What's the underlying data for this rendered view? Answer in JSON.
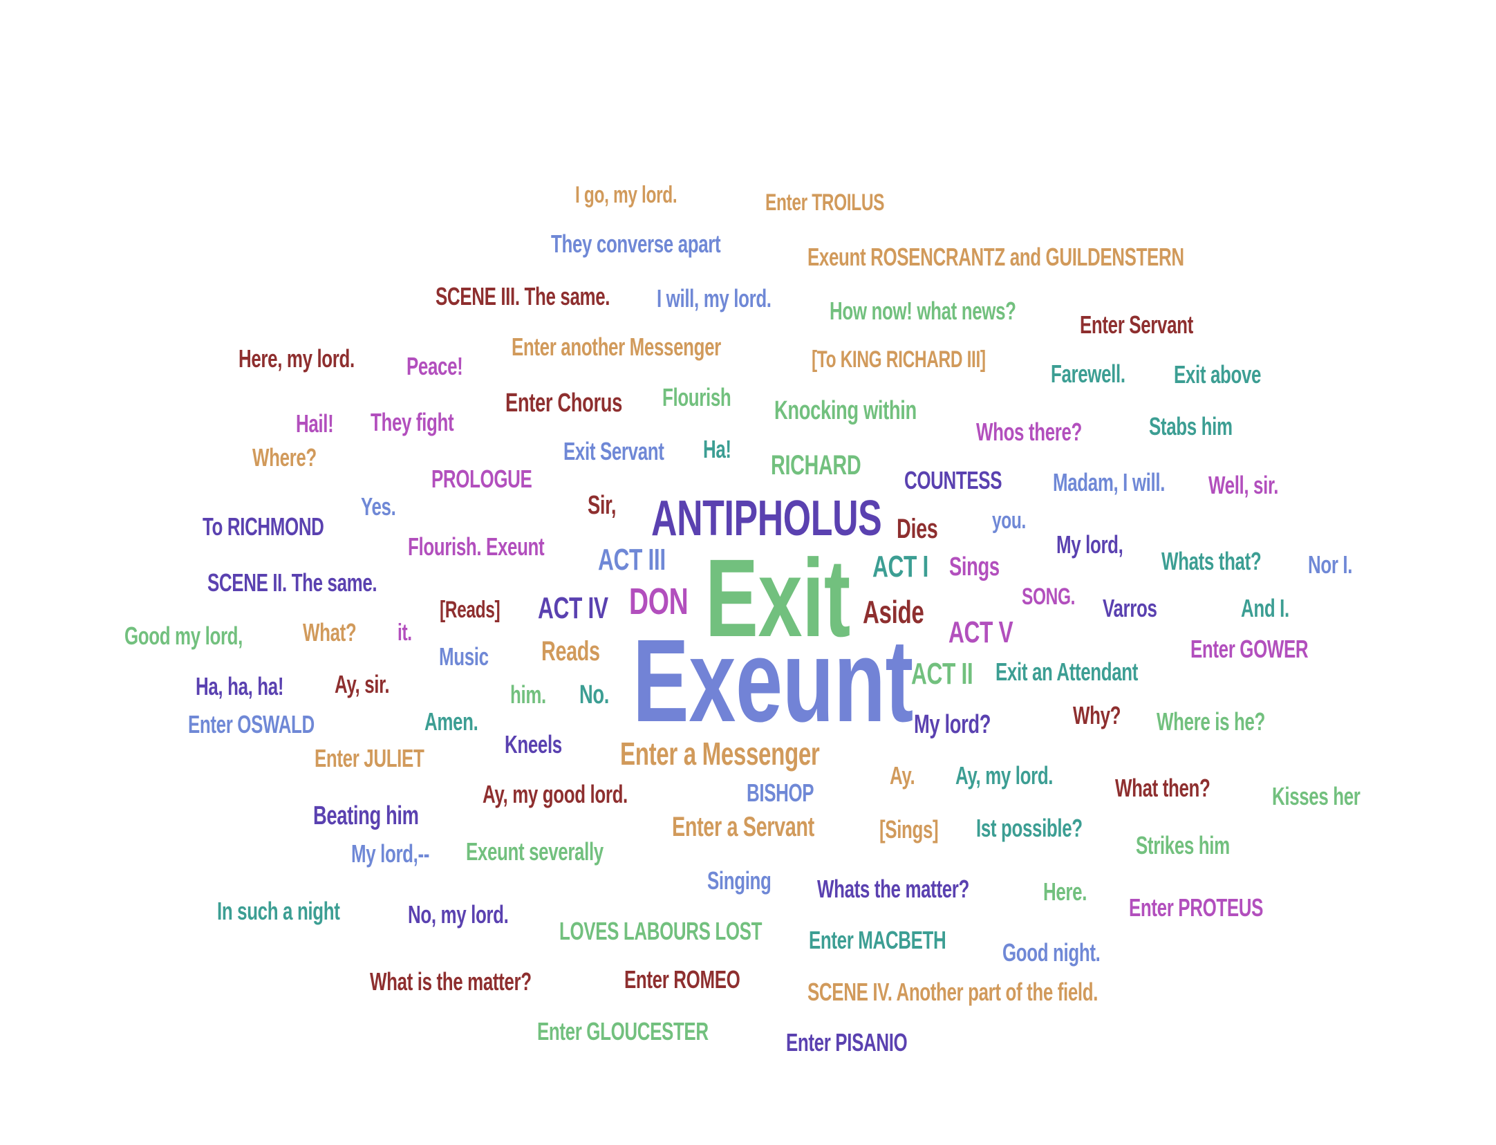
{
  "palette": {
    "orange": "#d19a5b",
    "blue": "#6f88d6",
    "green": "#72c07e",
    "teal": "#3c9e93",
    "purple": "#5a41b0",
    "magenta": "#b24fbd",
    "red": "#8e2f2f"
  },
  "words": [
    {
      "text": "Exeunt",
      "color": "#7283d6"
    },
    {
      "text": "Exit",
      "color": "#72c07e"
    },
    {
      "text": "ANTIPHOLUS",
      "color": "#5a41b0"
    },
    {
      "text": "Enter a Messenger",
      "color": "#d19a5b"
    },
    {
      "text": "DON",
      "color": "#b24fbd"
    },
    {
      "text": "ACT III",
      "color": "#6f88d6"
    },
    {
      "text": "ACT IV",
      "color": "#5a41b0"
    },
    {
      "text": "ACT I",
      "color": "#3c9e93"
    },
    {
      "text": "ACT V",
      "color": "#b24fbd"
    },
    {
      "text": "ACT II",
      "color": "#72c07e"
    },
    {
      "text": "Aside",
      "color": "#8e2f2f"
    },
    {
      "text": "Dies",
      "color": "#8e2f2f"
    },
    {
      "text": "Sings",
      "color": "#b24fbd"
    },
    {
      "text": "RICHARD",
      "color": "#72c07e"
    },
    {
      "text": "Reads",
      "color": "#d19a5b"
    },
    {
      "text": "Enter a Servant",
      "color": "#d19a5b"
    },
    {
      "text": "I go, my lord.",
      "color": "#d19a5b"
    },
    {
      "text": "Enter TROILUS",
      "color": "#d19a5b"
    },
    {
      "text": "They converse apart",
      "color": "#6f88d6"
    },
    {
      "text": "Exeunt ROSENCRANTZ and GUILDENSTERN",
      "color": "#d19a5b"
    },
    {
      "text": "SCENE III. The same.",
      "color": "#8e2f2f"
    },
    {
      "text": "I will, my lord.",
      "color": "#6f88d6"
    },
    {
      "text": "How now! what news?",
      "color": "#72c07e"
    },
    {
      "text": "Enter Servant",
      "color": "#8e2f2f"
    },
    {
      "text": "Here, my lord.",
      "color": "#8e2f2f"
    },
    {
      "text": "Peace!",
      "color": "#b24fbd"
    },
    {
      "text": "Enter another Messenger",
      "color": "#d19a5b"
    },
    {
      "text": "[To KING RICHARD III]",
      "color": "#d19a5b"
    },
    {
      "text": "Farewell.",
      "color": "#3c9e93"
    },
    {
      "text": "Exit above",
      "color": "#3c9e93"
    },
    {
      "text": "Enter Chorus",
      "color": "#8e2f2f"
    },
    {
      "text": "Flourish",
      "color": "#72c07e"
    },
    {
      "text": "Knocking within",
      "color": "#72c07e"
    },
    {
      "text": "Hail!",
      "color": "#b24fbd"
    },
    {
      "text": "They fight",
      "color": "#b24fbd"
    },
    {
      "text": "Whos there?",
      "color": "#b24fbd"
    },
    {
      "text": "Stabs him",
      "color": "#3c9e93"
    },
    {
      "text": "Where?",
      "color": "#d19a5b"
    },
    {
      "text": "Exit Servant",
      "color": "#6f88d6"
    },
    {
      "text": "Ha!",
      "color": "#3c9e93"
    },
    {
      "text": "PROLOGUE",
      "color": "#b24fbd"
    },
    {
      "text": "COUNTESS",
      "color": "#5a41b0"
    },
    {
      "text": "Madam, I will.",
      "color": "#6f88d6"
    },
    {
      "text": "Well, sir.",
      "color": "#b24fbd"
    },
    {
      "text": "Yes.",
      "color": "#6f88d6"
    },
    {
      "text": "Sir,",
      "color": "#8e2f2f"
    },
    {
      "text": "To RICHMOND",
      "color": "#5a41b0"
    },
    {
      "text": "you.",
      "color": "#6f88d6"
    },
    {
      "text": "Flourish. Exeunt",
      "color": "#b24fbd"
    },
    {
      "text": "My lord,",
      "color": "#5a41b0"
    },
    {
      "text": "Whats that?",
      "color": "#3c9e93"
    },
    {
      "text": "Nor I.",
      "color": "#6f88d6"
    },
    {
      "text": "SCENE II. The same.",
      "color": "#5a41b0"
    },
    {
      "text": "SONG.",
      "color": "#b24fbd"
    },
    {
      "text": "Varros",
      "color": "#5a41b0"
    },
    {
      "text": "And I.",
      "color": "#3c9e93"
    },
    {
      "text": "[Reads]",
      "color": "#8e2f2f"
    },
    {
      "text": "Good my lord,",
      "color": "#72c07e"
    },
    {
      "text": "What?",
      "color": "#d19a5b"
    },
    {
      "text": "it.",
      "color": "#b24fbd"
    },
    {
      "text": "Music",
      "color": "#6f88d6"
    },
    {
      "text": "Enter GOWER",
      "color": "#b24fbd"
    },
    {
      "text": "Exit an Attendant",
      "color": "#3c9e93"
    },
    {
      "text": "Ha, ha, ha!",
      "color": "#5a41b0"
    },
    {
      "text": "Ay, sir.",
      "color": "#8e2f2f"
    },
    {
      "text": "him.",
      "color": "#72c07e"
    },
    {
      "text": "No.",
      "color": "#3c9e93"
    },
    {
      "text": "Enter OSWALD",
      "color": "#6f88d6"
    },
    {
      "text": "Amen.",
      "color": "#3c9e93"
    },
    {
      "text": "My lord?",
      "color": "#5a41b0"
    },
    {
      "text": "Why?",
      "color": "#8e2f2f"
    },
    {
      "text": "Where is he?",
      "color": "#72c07e"
    },
    {
      "text": "Kneels",
      "color": "#5a41b0"
    },
    {
      "text": "Enter JULIET",
      "color": "#d19a5b"
    },
    {
      "text": "Ay.",
      "color": "#d19a5b"
    },
    {
      "text": "Ay, my lord.",
      "color": "#3c9e93"
    },
    {
      "text": "What then?",
      "color": "#8e2f2f"
    },
    {
      "text": "Kisses her",
      "color": "#72c07e"
    },
    {
      "text": "Ay, my good lord.",
      "color": "#8e2f2f"
    },
    {
      "text": "BISHOP",
      "color": "#6f88d6"
    },
    {
      "text": "Beating him",
      "color": "#5a41b0"
    },
    {
      "text": "[Sings]",
      "color": "#d19a5b"
    },
    {
      "text": "Ist possible?",
      "color": "#3c9e93"
    },
    {
      "text": "Strikes him",
      "color": "#72c07e"
    },
    {
      "text": "My lord,--",
      "color": "#6f88d6"
    },
    {
      "text": "Exeunt severally",
      "color": "#72c07e"
    },
    {
      "text": "Singing",
      "color": "#6f88d6"
    },
    {
      "text": "Whats the matter?",
      "color": "#5a41b0"
    },
    {
      "text": "Here.",
      "color": "#72c07e"
    },
    {
      "text": "Enter PROTEUS",
      "color": "#b24fbd"
    },
    {
      "text": "In such a night",
      "color": "#3c9e93"
    },
    {
      "text": "No, my lord.",
      "color": "#5a41b0"
    },
    {
      "text": "LOVES LABOURS LOST",
      "color": "#72c07e"
    },
    {
      "text": "Enter MACBETH",
      "color": "#3c9e93"
    },
    {
      "text": "Good night.",
      "color": "#6f88d6"
    },
    {
      "text": "What is the matter?",
      "color": "#8e2f2f"
    },
    {
      "text": "Enter ROMEO",
      "color": "#8e2f2f"
    },
    {
      "text": "SCENE IV. Another part of the field.",
      "color": "#d19a5b"
    },
    {
      "text": "Enter GLOUCESTER",
      "color": "#72c07e"
    },
    {
      "text": "Enter PISANIO",
      "color": "#5a41b0"
    }
  ]
}
